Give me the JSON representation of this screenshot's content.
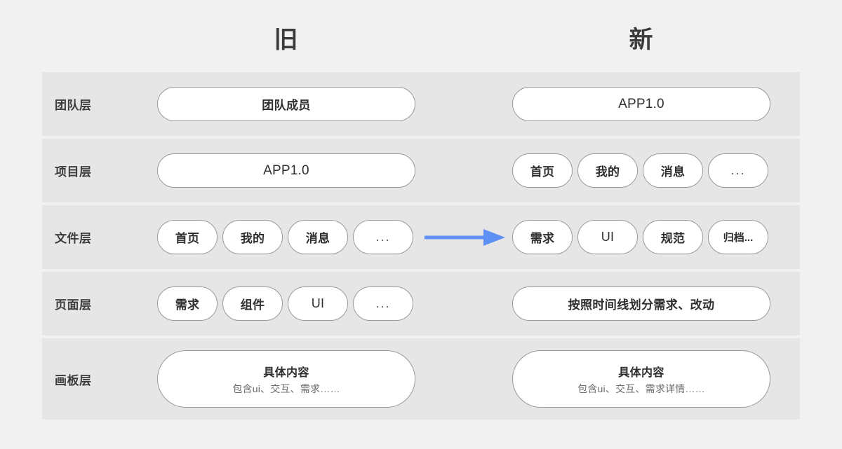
{
  "columns": {
    "old_label": "旧",
    "new_label": "新"
  },
  "colors": {
    "page_background": "#f1f1f1",
    "row_background": "#e6e6e6",
    "pill_background": "#ffffff",
    "pill_border": "#9a9a9a",
    "text": "#2f2f2f",
    "subtext": "#6b6b6b",
    "arrow": "#5f91f5"
  },
  "arrow": {
    "icon": "arrow-right-icon",
    "color": "#5f91f5"
  },
  "rows": [
    {
      "label": "团队层",
      "old": {
        "kind": "wide",
        "text": "团队成员"
      },
      "new": {
        "kind": "wide",
        "text": "APP1.0"
      }
    },
    {
      "label": "项目层",
      "old": {
        "kind": "wide",
        "text": "APP1.0"
      },
      "new": {
        "kind": "chips",
        "chips": [
          "首页",
          "我的",
          "消息",
          "..."
        ]
      }
    },
    {
      "label": "文件层",
      "old": {
        "kind": "chips",
        "chips": [
          "首页",
          "我的",
          "消息",
          "..."
        ]
      },
      "new": {
        "kind": "chips",
        "chips": [
          "需求",
          "UI",
          "规范",
          "归档..."
        ]
      }
    },
    {
      "label": "页面层",
      "old": {
        "kind": "chips",
        "chips": [
          "需求",
          "组件",
          "UI",
          "..."
        ]
      },
      "new": {
        "kind": "wide",
        "text": "按照时间线划分需求、改动"
      }
    },
    {
      "label": "画板层",
      "old": {
        "kind": "tall",
        "title": "具体内容",
        "subtitle": "包含ui、交互、需求……"
      },
      "new": {
        "kind": "tall",
        "title": "具体内容",
        "subtitle": "包含ui、交互、需求详情……"
      }
    }
  ]
}
